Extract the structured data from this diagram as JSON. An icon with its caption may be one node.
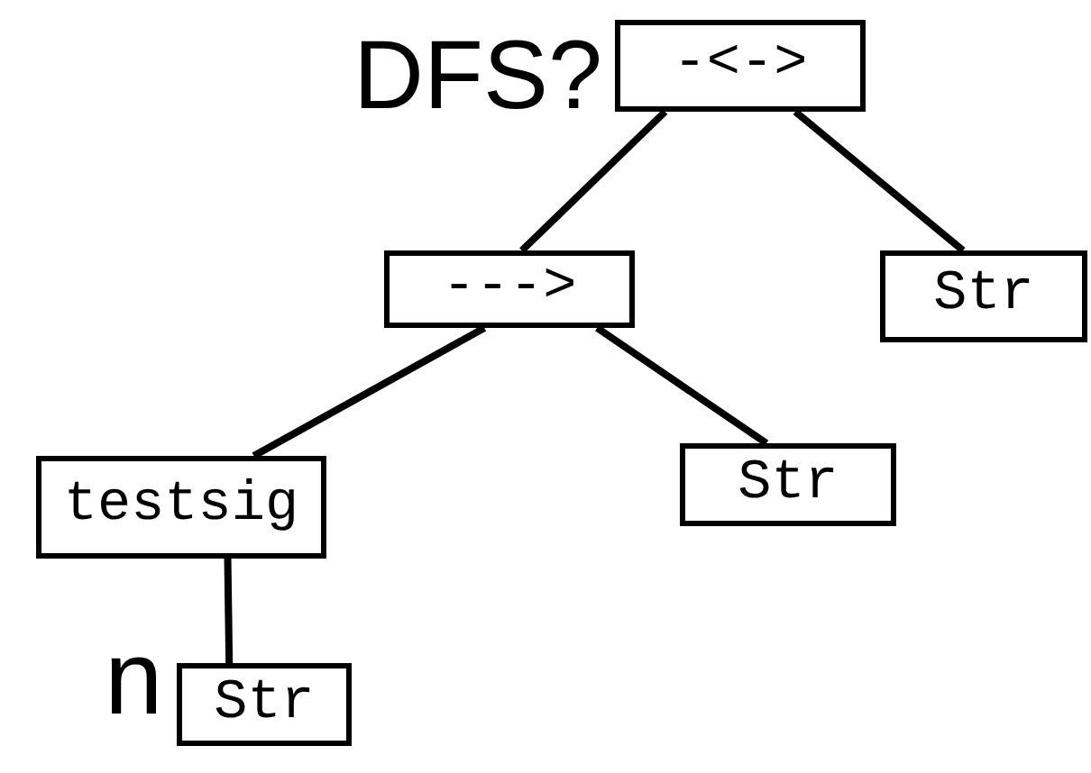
{
  "diagram": {
    "nodes": [
      {
        "text": [
          "-<->"
        ]
      },
      {
        "text": [
          "--->"
        ]
      },
      {
        "text": [
          "Str"
        ]
      },
      {
        "text": [
          "testsig"
        ]
      },
      {
        "text": [
          "Str"
        ]
      },
      {
        "text": [
          "Str"
        ]
      }
    ],
    "edges": [
      {
        "from": 0,
        "to": 1,
        "arrow": "none"
      },
      {
        "from": 0,
        "to": 2,
        "arrow": "none"
      },
      {
        "from": 1,
        "to": 3,
        "arrow": "none"
      },
      {
        "from": 1,
        "to": 4,
        "arrow": "none"
      },
      {
        "from": 3,
        "to": 5,
        "arrow": "none"
      }
    ],
    "labels": [
      "DFS?",
      "n"
    ]
  }
}
